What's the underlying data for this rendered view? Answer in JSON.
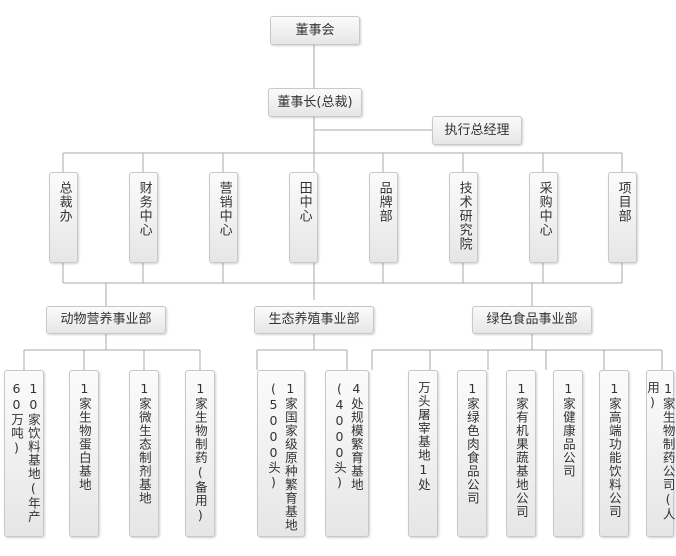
{
  "board": "董事会",
  "chairman": "董事长(总裁)",
  "executive": "执行总经理",
  "departments": [
    "总裁办",
    "财务中心",
    "营销中心",
    "田中心",
    "品牌部",
    "技术研究院",
    "采购中心",
    "项目部"
  ],
  "divisions": {
    "animal": "动物营养事业部",
    "eco": "生态养殖事业部",
    "green": "绿色食品事业部"
  },
  "units": {
    "animal": [
      {
        "col1": "10家饮料基地",
        "col2": "(年产60万吨)"
      },
      {
        "col1": "1家生物蛋白基地"
      },
      {
        "col1": "1家微生态制剂基地"
      },
      {
        "col1": "1家生物制药(备用)"
      }
    ],
    "eco": [
      {
        "col1": "1家国家级原种繁",
        "col2": "育基地(5000头)"
      },
      {
        "col1": "4处规模繁育基地",
        "col2": "(4000头)"
      }
    ],
    "green": [
      {
        "col1": "万头屠宰基地1处"
      },
      {
        "col1": "1家绿色肉食品公司"
      },
      {
        "col1": "1家有机果蔬基地公司"
      },
      {
        "col1": "1家健康品公司"
      },
      {
        "col1": "1家高端功能饮料公司"
      },
      {
        "col1": "1家生物制药公司(人用)"
      }
    ]
  }
}
